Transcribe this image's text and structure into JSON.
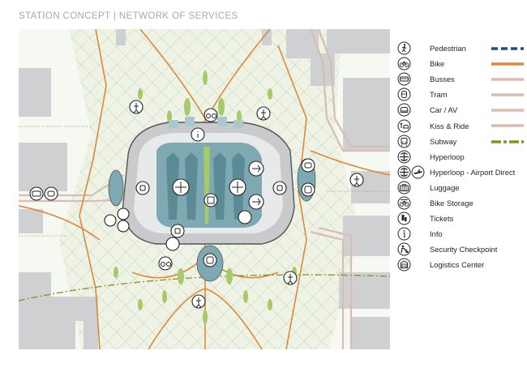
{
  "page": {
    "title": "STATION CONCEPT | NETWORK OF SERVICES"
  },
  "colors": {
    "pedestrian": "#1f4e8c",
    "bike": "#e0883a",
    "busses": "#d9bdb2",
    "tram": "#d9bdb2",
    "car_av": "#d9bdb2",
    "kiss_ride": "#d9bdb2",
    "subway": "#8e8e1e",
    "platform": "#7fa9b2",
    "building": "#cfd0d2",
    "plaza": "#eef3e8",
    "greenery": "#a6c96a"
  },
  "legend": [
    {
      "label": "Pedestrian",
      "icon": "pedestrian-icon",
      "line": "dashed"
    },
    {
      "label": "Bike",
      "icon": "bike-icon",
      "line": "solid-orange"
    },
    {
      "label": "Busses",
      "icon": "bus-icon",
      "line": "solid-tan"
    },
    {
      "label": "Tram",
      "icon": "tram-icon",
      "line": "solid-tan"
    },
    {
      "label": "Car / AV",
      "icon": "car-icon",
      "line": "solid-tan"
    },
    {
      "label": "Kiss & Ride",
      "icon": "kiss-ride-icon",
      "line": "solid-tan"
    },
    {
      "label": "Subway",
      "icon": "subway-icon",
      "line": "dash-dot"
    },
    {
      "label": "Hyperloop",
      "icon": "hyperloop-icon"
    },
    {
      "label": "Hyperloop - Airport Direct",
      "icon": "hyperloop-airport-icon"
    },
    {
      "label": "Luggage",
      "icon": "luggage-icon"
    },
    {
      "label": "Bike Storage",
      "icon": "bike-storage-icon"
    },
    {
      "label": "Tickets",
      "icon": "tickets-icon"
    },
    {
      "label": "Info",
      "icon": "info-icon"
    },
    {
      "label": "Security Checkpoint",
      "icon": "security-icon"
    },
    {
      "label": "Logistics Center",
      "icon": "logistics-icon"
    }
  ]
}
